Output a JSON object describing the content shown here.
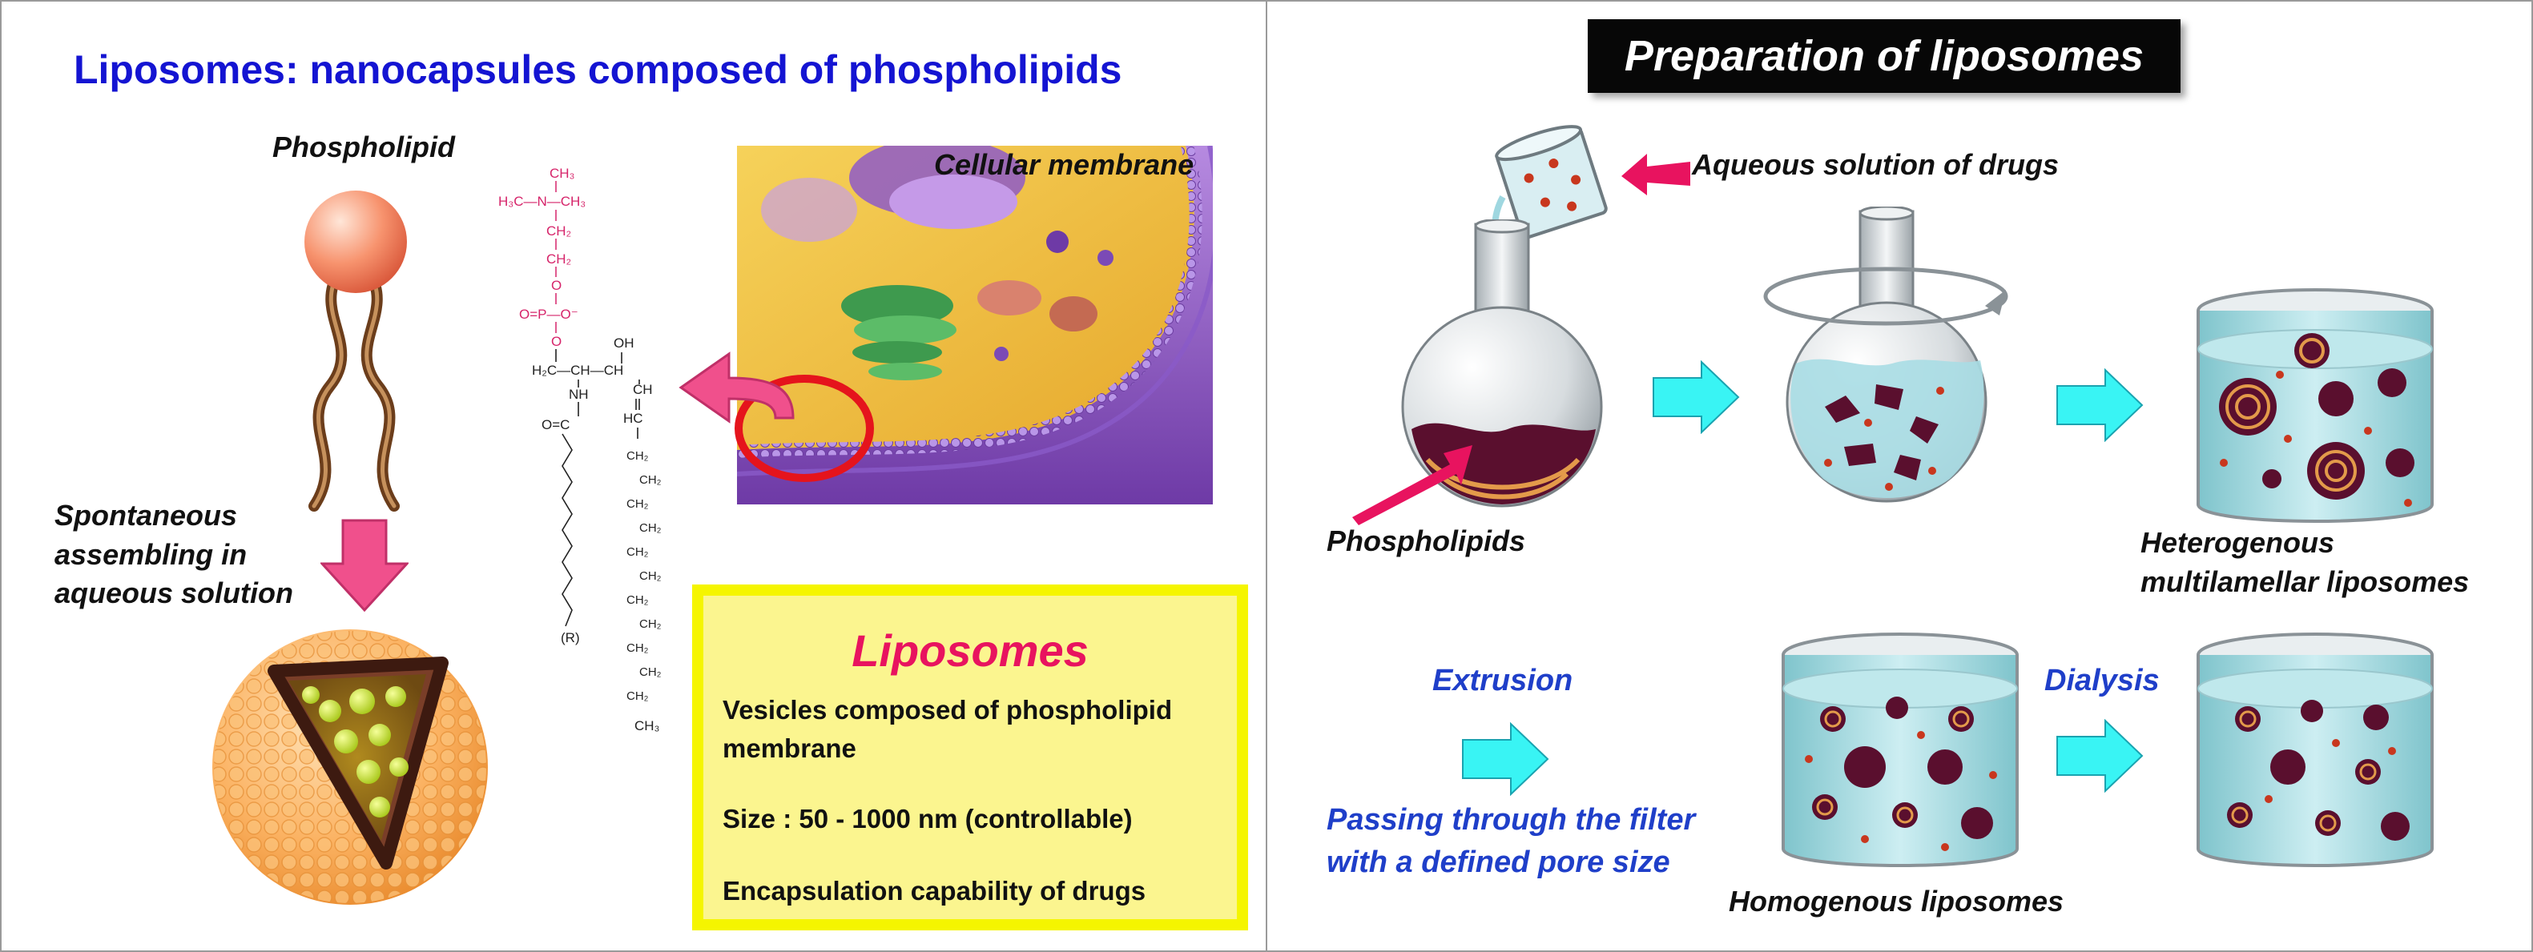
{
  "left": {
    "title": "Liposomes: nanocapsules composed of phospholipids",
    "phospholipid_label": "Phospholipid",
    "membrane_label": "Cellular membrane",
    "assembly_label": [
      "Spontaneous",
      "assembling in",
      "aqueous solution"
    ],
    "formula_labels": [
      "CH₃",
      "H₃C—N—CH₃",
      "CH₂",
      "CH₂",
      "O",
      "O=P—O⁻",
      "O",
      "H₂C—CH—CH",
      "OH",
      "NH",
      "O=C",
      "CH",
      "HC",
      "CH₂",
      "(R)",
      "CH₃"
    ],
    "box": {
      "title": "Liposomes",
      "line1": "Vesicles composed of phospholipid membrane",
      "line2": "Size : 50 - 1000 nm (controllable)",
      "line3": "Encapsulation capability of drugs"
    }
  },
  "right": {
    "title": "Preparation of liposomes",
    "aqueous_label": "Aqueous solution of drugs",
    "phospholipids_label": "Phospholipids",
    "heterogenous_label": [
      "Heterogenous",
      "multilamellar liposomes"
    ],
    "extrusion_label": "Extrusion",
    "filter_label": [
      "Passing through the filter",
      "with a defined pore size"
    ],
    "dialysis_label": "Dialysis",
    "homogenous_label": "Homogenous liposomes"
  },
  "colors": {
    "title_blue": "#1414d2",
    "label_blue": "#1f3fc9",
    "box_fill": "#fbf58f",
    "box_border": "#f5f500",
    "box_title": "#e8135f",
    "arrow_cyan": "#39f4f4",
    "arrow_pink": "#f0508c",
    "lipid_dark": "#5a0f2e",
    "water": "#bfe8ec"
  }
}
